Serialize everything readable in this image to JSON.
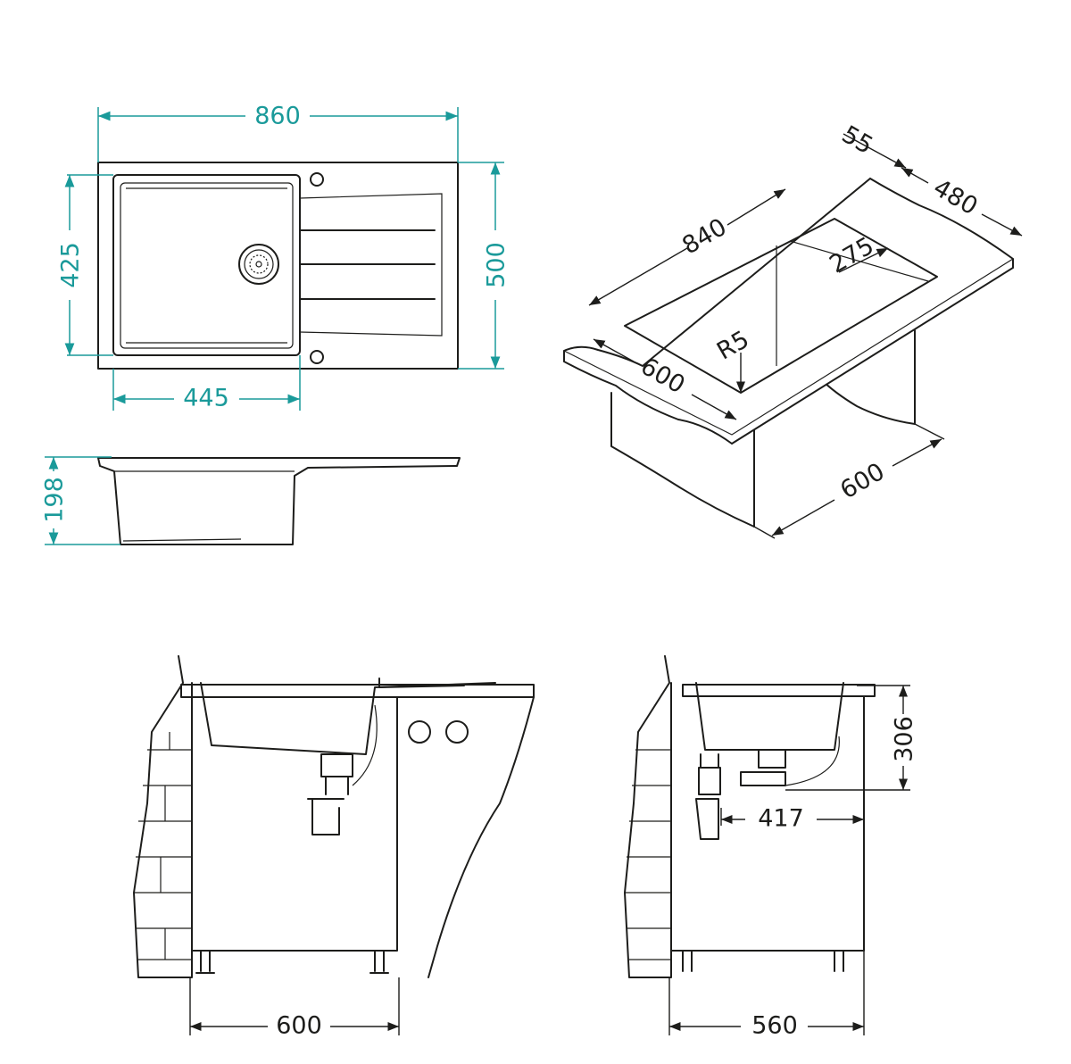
{
  "colors": {
    "dimension_teal": "#1a9a9a",
    "line": "#1d1d1b"
  },
  "top_view": {
    "width": "860",
    "bowl_depth": "425",
    "depth": "500",
    "bowl_width": "445"
  },
  "side_view": {
    "height": "198"
  },
  "isometric": {
    "rim": "55",
    "cabinet_depth_back": "480",
    "cutout_length": "840",
    "cutout_width": "275",
    "radius": "R5",
    "counter_left": "600",
    "cabinet_width": "600"
  },
  "front_elevation": {
    "cabinet_width": "600"
  },
  "side_elevation": {
    "cabinet_width": "560",
    "height": "306",
    "drain_offset": "417"
  }
}
